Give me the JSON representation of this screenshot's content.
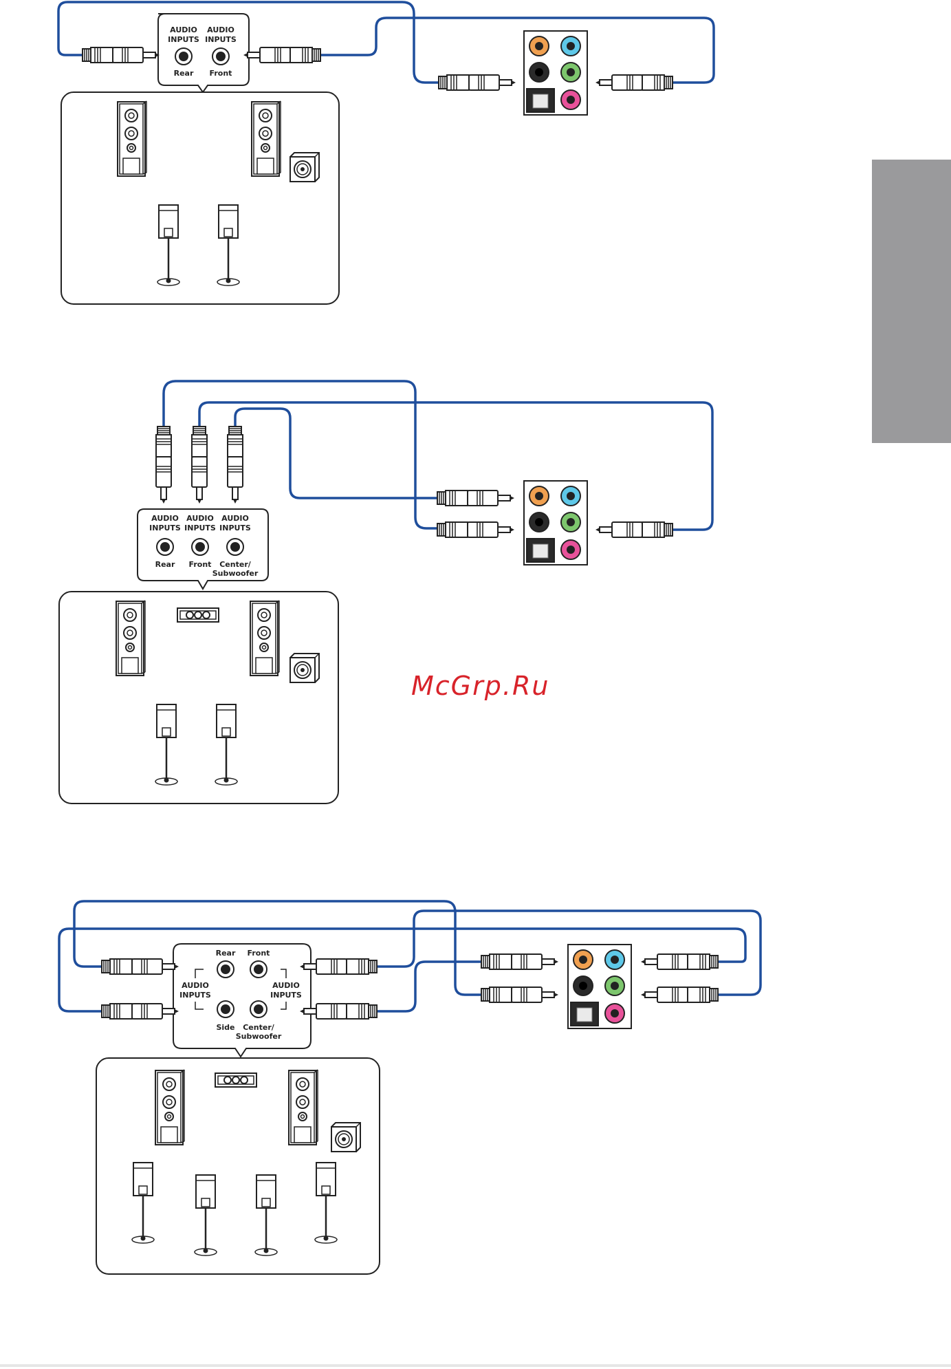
{
  "watermark": "McGrp.Ru",
  "colors": {
    "cable": "#1f4e9c",
    "tab": "#9a9a9c",
    "jack_orange": "#f0a050",
    "jack_blue": "#5ec8e8",
    "jack_black": "#2a2a2a",
    "jack_green": "#7dc66d",
    "jack_pink": "#e8529a",
    "watermark": "#d8232a"
  },
  "diagram1": {
    "panel": {
      "audio_inputs_1": "AUDIO",
      "audio_inputs_2": "INPUTS",
      "rear": "Rear",
      "front": "Front"
    }
  },
  "diagram2": {
    "panel": {
      "audio_inputs_1": "AUDIO",
      "audio_inputs_2": "INPUTS",
      "rear": "Rear",
      "front": "Front",
      "center_1": "Center/",
      "center_2": "Subwoofer"
    }
  },
  "diagram3": {
    "panel": {
      "audio_inputs_1": "AUDIO",
      "audio_inputs_2": "INPUTS",
      "rear": "Rear",
      "front": "Front",
      "side": "Side",
      "center_1": "Center/",
      "center_2": "Subwoofer"
    }
  }
}
